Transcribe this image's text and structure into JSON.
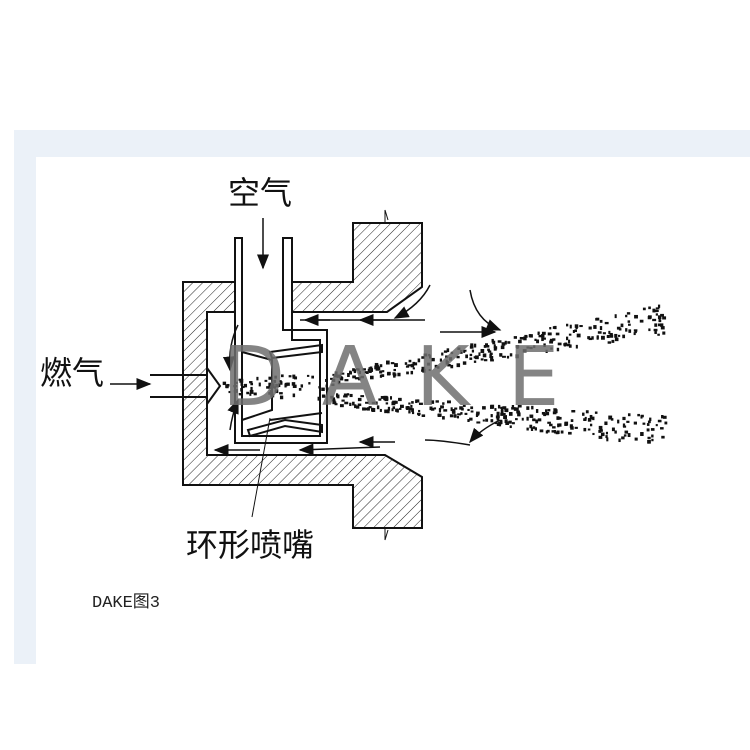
{
  "labels": {
    "air": "空气",
    "fuel_gas": "燃气",
    "annular_nozzle": "环形喷嘴"
  },
  "caption": "DAKE图3",
  "watermark": "DAKE",
  "colors": {
    "frame": "#ebf1f8",
    "line": "#111111",
    "watermark": "#6e6e6e"
  }
}
